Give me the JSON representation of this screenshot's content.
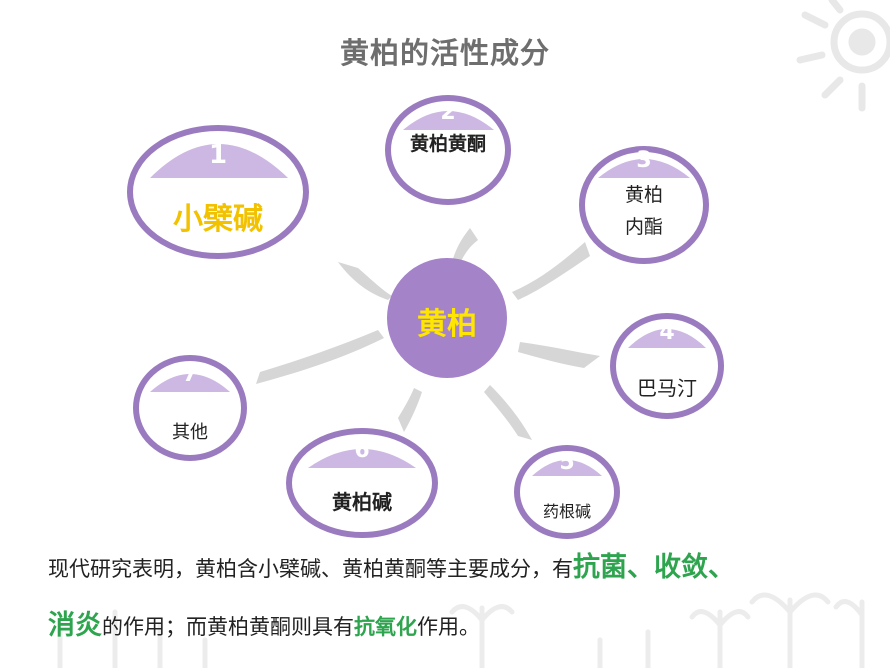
{
  "title": "黄柏的活性成分",
  "center": {
    "label": "黄柏"
  },
  "nodes": [
    {
      "num": "1",
      "label": "小檗碱"
    },
    {
      "num": "2",
      "label": "黄柏黄酮"
    },
    {
      "num": "3",
      "label_line1": "黄柏",
      "label_line2": "内酯"
    },
    {
      "num": "4",
      "label": "巴马汀"
    },
    {
      "num": "5",
      "label": "药根碱"
    },
    {
      "num": "6",
      "label": "黄柏碱"
    },
    {
      "num": "7",
      "label": "其他"
    }
  ],
  "description": {
    "part1": "现代研究表明，黄柏含小檗碱、黄柏黄酮等主要成分，有",
    "hl1": "抗菌、收敛、",
    "hl2": "消炎",
    "part2": "的作用；而黄柏黄酮则具有",
    "hl3": "抗氧化",
    "part3": "作用。"
  },
  "colors": {
    "ring": "#9b7bbf",
    "cap": "#cdb8e3",
    "center_fill": "#a483c9",
    "center_text": "#ffe600",
    "node1_text": "#f2c100",
    "highlight": "#2ea44f",
    "arrow": "#d4d4d4",
    "title": "#6e6e6e"
  }
}
